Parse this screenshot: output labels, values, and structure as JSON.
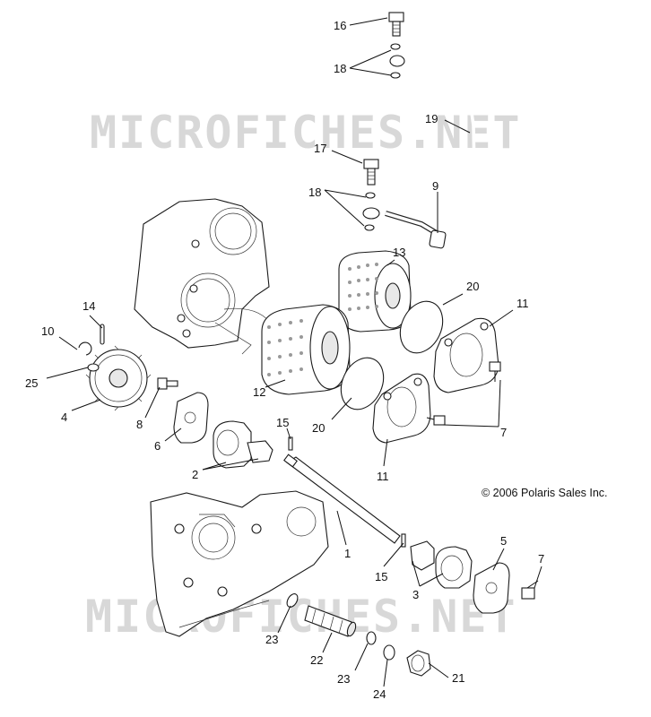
{
  "watermark_text": "MICROFICHES.NET",
  "copyright": "© 2006 Polaris Sales Inc.",
  "callouts": {
    "c16": "16",
    "c18a": "18",
    "c19": "19",
    "c17": "17",
    "c18b": "18",
    "c9": "9",
    "c13": "13",
    "c20a": "20",
    "c11a": "11",
    "c14": "14",
    "c10": "10",
    "c25": "25",
    "c4": "4",
    "c8": "8",
    "c12": "12",
    "c6": "6",
    "c20b": "20",
    "c15a": "15",
    "c7a": "7",
    "c11b": "11",
    "c2": "2",
    "c1": "1",
    "c5": "5",
    "c7b": "7",
    "c15b": "15",
    "c3": "3",
    "c23a": "23",
    "c22": "22",
    "c23b": "23",
    "c24": "24",
    "c21": "21"
  }
}
